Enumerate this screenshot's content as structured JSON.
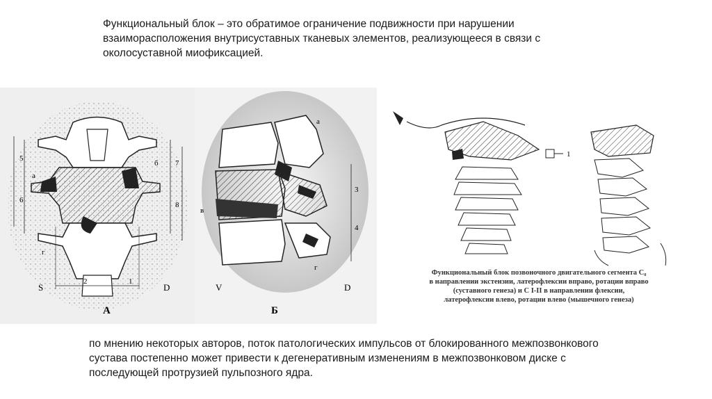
{
  "text": {
    "top_paragraph": "Функциональный блок – это обратимое ограничение подвижности при нарушении взаиморасположения внутрисуставных тканевых элементов, реализующееся в связи с околосуставной миофиксацией.",
    "bottom_paragraph": "по мнению некоторых авторов, поток патологических импульсов от блокированного межпозвонкового сустава постепенно может привести к дегенеративным изменениям в межпозвонковом диске с последующей протрузией пульпозного ядра."
  },
  "figure_a": {
    "letter": "А",
    "side_left": "S",
    "side_right": "D",
    "labels": [
      "5",
      "а",
      "б",
      "6",
      "7",
      "8",
      "г",
      "2",
      "1"
    ]
  },
  "figure_b": {
    "letter": "Б",
    "side_left": "V",
    "side_right": "D",
    "labels": [
      "а",
      "в",
      "г",
      "3",
      "4"
    ]
  },
  "figure_c": {
    "marker_label": "1",
    "caption_lines": [
      "Функциональный блок позвоночного двигательного сегмента C₀",
      "в направлении экстензии, латерофлексии вправо, ротации вправо",
      "(суставного генеза) и C I-II в направлении флексии,",
      "латерофлексии влево, ротации влево (мышечного генеза)"
    ]
  }
}
